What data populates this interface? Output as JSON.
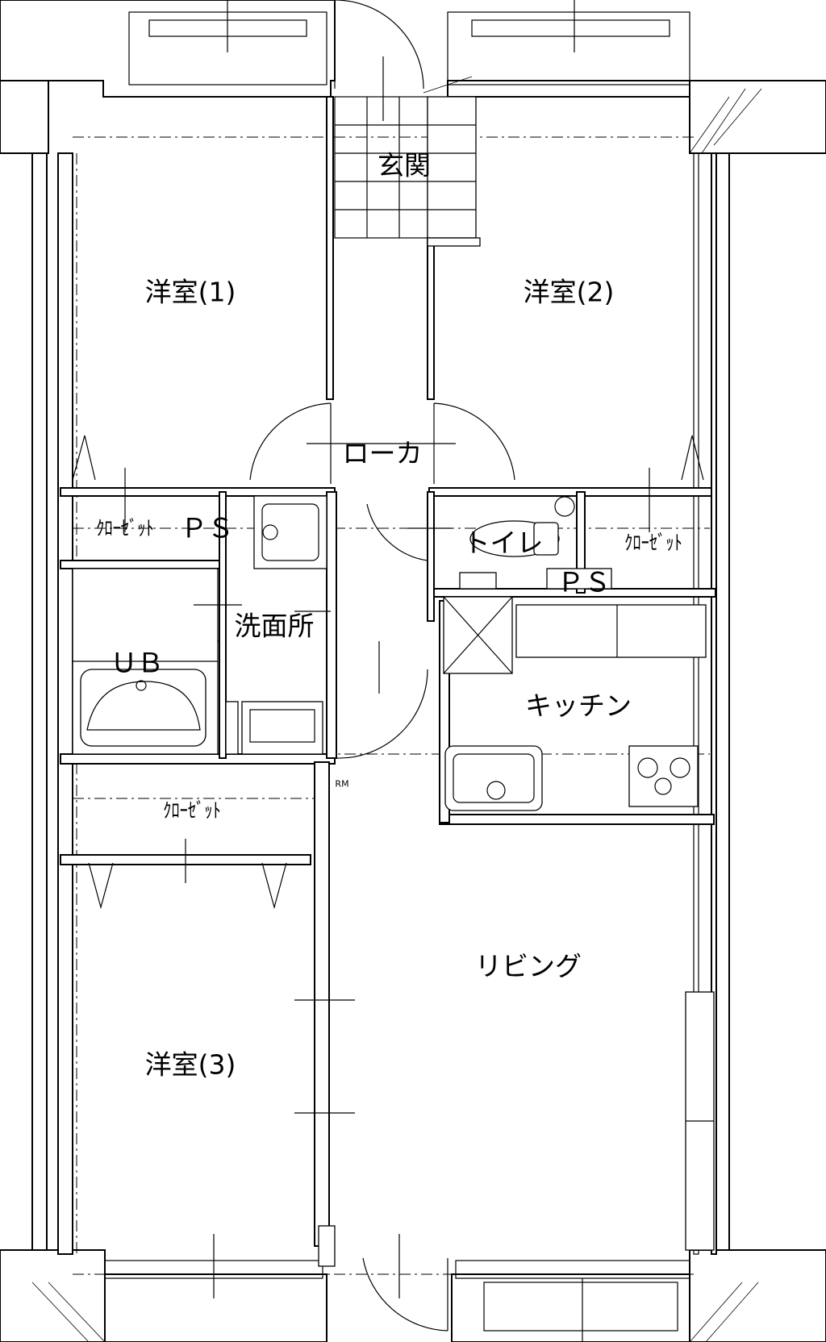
{
  "rooms": {
    "entrance": "玄関",
    "western_room_1": "洋室(1)",
    "western_room_2": "洋室(2)",
    "western_room_3": "洋室(3)",
    "hallway": "ローカ",
    "closet_left": "ｸﾛｰｾﾞｯﾄ",
    "pipe_space_left": "ＰＳ",
    "closet_right": "ｸﾛｰｾﾞｯﾄ",
    "pipe_space_right": "ＰＳ",
    "toilet": "トイレ",
    "washroom": "洗面所",
    "unit_bath": "ＵＢ",
    "kitchen": "キッチン",
    "closet_middle": "ｸﾛｰｾﾞｯﾄ",
    "living": "リビング"
  },
  "fixtures": {
    "refrigerator_mark": "RM"
  }
}
